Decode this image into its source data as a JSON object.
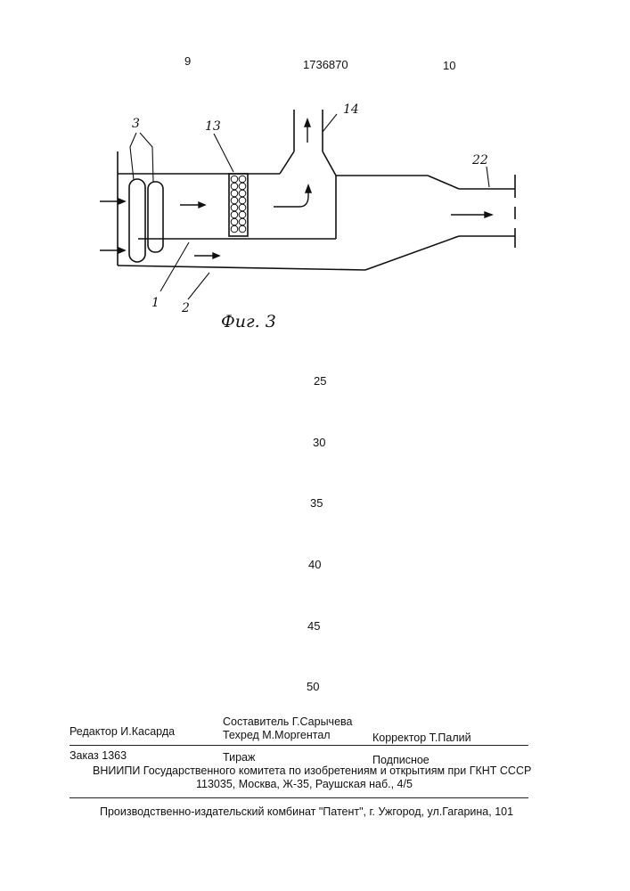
{
  "header": {
    "left_page": "9",
    "patent_number": "1736870",
    "right_page": "10"
  },
  "figure": {
    "caption": "Фиг. 3",
    "labels": {
      "heat_exchanger": "3",
      "filter": "13",
      "outlet_pipe": "14",
      "nozzle": "22",
      "inner_duct": "1",
      "outer_duct": "2"
    }
  },
  "margin_numbers": [
    "25",
    "30",
    "35",
    "40",
    "45",
    "50"
  ],
  "imprint": {
    "editor": "Редактор И.Касарда",
    "compiler": "Составитель Г.Сарычева",
    "techred": "Техред М.Моргентал",
    "corrector": "Корректор Т.Палий",
    "order": "Заказ 1363",
    "circulation": "Тираж",
    "subscription": "Подписное",
    "institute": "ВНИИПИ Государственного комитета по изобретениям и открытиям при ГКНТ СССР",
    "address": "113035, Москва, Ж-35, Раушская наб., 4/5",
    "printer": "Производственно-издательский комбинат \"Патент\", г. Ужгород, ул.Гагарина, 101"
  }
}
